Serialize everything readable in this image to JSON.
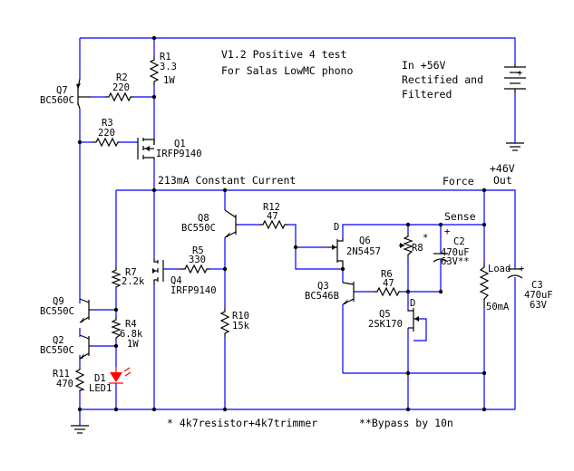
{
  "title": {
    "line1": "V1.2 Positive 4 test",
    "line2": "For Salas LowMC phono"
  },
  "supply": {
    "line1": "In +56V",
    "line2": "Rectified and",
    "line3": "Filtered"
  },
  "output": {
    "voltage": "+46V",
    "out": "Out",
    "force": "Force",
    "sense": "Sense",
    "load": "Load",
    "load_current": "50mA"
  },
  "ccs_label": "213mA Constant Current",
  "footnotes": {
    "star": "* 4k7resistor+4k7trimmer",
    "bypass": "**Bypass by 10n"
  },
  "components": {
    "q7": {
      "ref": "Q7",
      "type": "BC560C"
    },
    "q1": {
      "ref": "Q1",
      "type": "IRFP9140"
    },
    "q4": {
      "ref": "Q4",
      "type": "IRFP9140"
    },
    "q8": {
      "ref": "Q8",
      "type": "BC550C"
    },
    "q6": {
      "ref": "Q6",
      "type": "2N5457"
    },
    "q3": {
      "ref": "Q3",
      "type": "BC546B"
    },
    "q5": {
      "ref": "Q5",
      "type": "2SK170"
    },
    "q9": {
      "ref": "Q9",
      "type": "BC550C"
    },
    "q2": {
      "ref": "Q2",
      "type": "BC550C"
    },
    "r1": {
      "ref": "R1",
      "value": "3.3",
      "extra": "1W"
    },
    "r2": {
      "ref": "R2",
      "value": "220"
    },
    "r3": {
      "ref": "R3",
      "value": "220"
    },
    "r4": {
      "ref": "R4",
      "value": "6.8k",
      "extra": "1W"
    },
    "r5": {
      "ref": "R5",
      "value": "330"
    },
    "r6": {
      "ref": "R6",
      "value": "47"
    },
    "r7": {
      "ref": "R7",
      "value": "2.2k"
    },
    "r8": {
      "ref": "R8",
      "mark": "*"
    },
    "r10": {
      "ref": "R10",
      "value": "15k"
    },
    "r11": {
      "ref": "R11",
      "value": "470"
    },
    "r12": {
      "ref": "R12",
      "value": "47"
    },
    "c2": {
      "ref": "C2",
      "value": "470uF",
      "extra": "63V**"
    },
    "c3": {
      "ref": "C3",
      "value": "470uF",
      "extra": "63V"
    },
    "d1": {
      "ref": "D1",
      "type": "LED1"
    }
  },
  "pins": {
    "d_q6": "D",
    "d_q5": "D",
    "plus_batt": "+",
    "plus_c2": "+",
    "plus_c3": "+"
  },
  "colors": {
    "wire": "#0000ff",
    "component": "#000000",
    "led": "#ff0000",
    "background": "#ffffff"
  }
}
